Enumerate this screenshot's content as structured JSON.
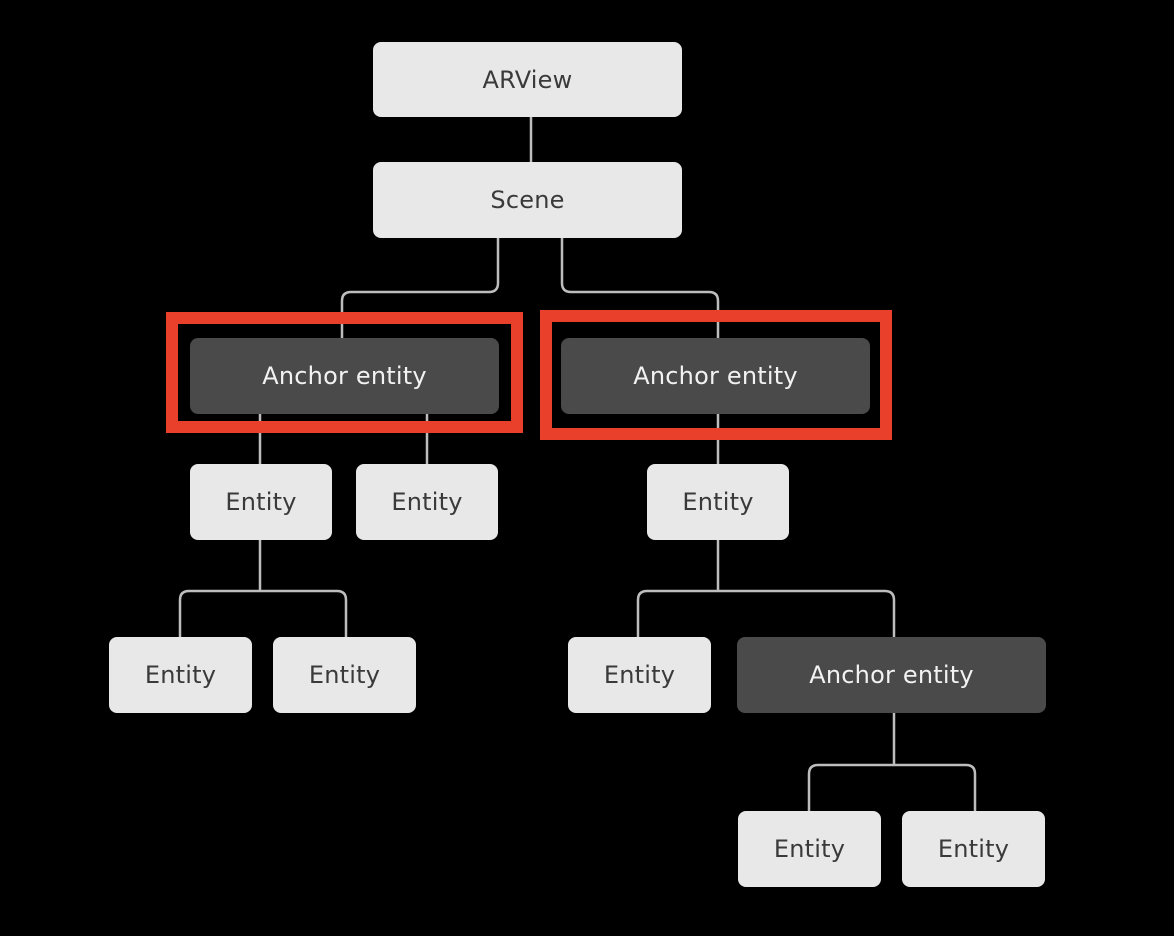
{
  "diagram": {
    "root": "ARView",
    "scene": "Scene",
    "anchor_left": "Anchor entity",
    "anchor_right": "Anchor entity",
    "anchor_nested": "Anchor entity",
    "entity": "Entity"
  },
  "colors": {
    "background": "#000000",
    "light_node": "#e8e8e8",
    "dark_node": "#4a4a4a",
    "connector": "#bdbdbd",
    "highlight": "#e8402a"
  }
}
